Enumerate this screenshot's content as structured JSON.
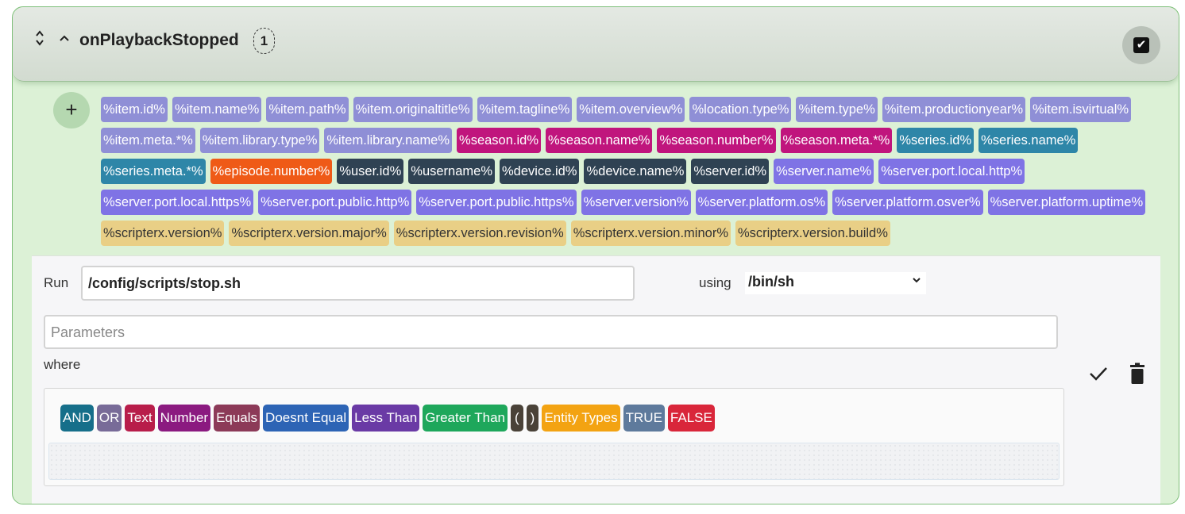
{
  "header": {
    "title": "onPlaybackStopped",
    "count": "1",
    "checkbox_glyph": "✔"
  },
  "icons": {
    "sort": "sort-arrows-icon",
    "collapse": "chevron-up-icon",
    "add": "plus-icon",
    "save": "checkmark-icon",
    "delete": "trash-icon"
  },
  "add_glyph": "+",
  "tags": [
    {
      "label": "%item.id%",
      "group": "item"
    },
    {
      "label": "%item.name%",
      "group": "item"
    },
    {
      "label": "%item.path%",
      "group": "item"
    },
    {
      "label": "%item.originaltitle%",
      "group": "item"
    },
    {
      "label": "%item.tagline%",
      "group": "item"
    },
    {
      "label": "%item.overview%",
      "group": "item"
    },
    {
      "label": "%location.type%",
      "group": "item"
    },
    {
      "label": "%item.type%",
      "group": "item"
    },
    {
      "label": "%item.productionyear%",
      "group": "item"
    },
    {
      "label": "%item.isvirtual%",
      "group": "item"
    },
    {
      "label": "%item.meta.*%",
      "group": "item"
    },
    {
      "label": "%item.library.type%",
      "group": "item"
    },
    {
      "label": "%item.library.name%",
      "group": "item"
    },
    {
      "label": "%season.id%",
      "group": "season"
    },
    {
      "label": "%season.name%",
      "group": "season"
    },
    {
      "label": "%season.number%",
      "group": "season"
    },
    {
      "label": "%season.meta.*%",
      "group": "season"
    },
    {
      "label": "%series.id%",
      "group": "series"
    },
    {
      "label": "%series.name%",
      "group": "series"
    },
    {
      "label": "%series.meta.*%",
      "group": "series"
    },
    {
      "label": "%episode.number%",
      "group": "episode"
    },
    {
      "label": "%user.id%",
      "group": "user"
    },
    {
      "label": "%username%",
      "group": "user"
    },
    {
      "label": "%device.id%",
      "group": "user"
    },
    {
      "label": "%device.name%",
      "group": "user"
    },
    {
      "label": "%server.id%",
      "group": "user"
    },
    {
      "label": "%server.name%",
      "group": "server"
    },
    {
      "label": "%server.port.local.http%",
      "group": "server"
    },
    {
      "label": "%server.port.local.https%",
      "group": "server"
    },
    {
      "label": "%server.port.public.http%",
      "group": "server"
    },
    {
      "label": "%server.port.public.https%",
      "group": "server"
    },
    {
      "label": "%server.version%",
      "group": "server"
    },
    {
      "label": "%server.platform.os%",
      "group": "server"
    },
    {
      "label": "%server.platform.osver%",
      "group": "server"
    },
    {
      "label": "%server.platform.uptime%",
      "group": "server"
    },
    {
      "label": "%scripterx.version%",
      "group": "scripterx"
    },
    {
      "label": "%scripterx.version.major%",
      "group": "scripterx"
    },
    {
      "label": "%scripterx.version.revision%",
      "group": "scripterx"
    },
    {
      "label": "%scripterx.version.minor%",
      "group": "scripterx"
    },
    {
      "label": "%scripterx.version.build%",
      "group": "scripterx"
    }
  ],
  "action": {
    "run_label": "Run",
    "script_value": "/config/scripts/stop.sh",
    "using_label": "using",
    "interpreter": "/bin/sh",
    "params_placeholder": "Parameters",
    "where_label": "where"
  },
  "condition_blocks": [
    {
      "label": "AND",
      "kind": "and"
    },
    {
      "label": "OR",
      "kind": "or"
    },
    {
      "label": "Text",
      "kind": "text"
    },
    {
      "label": "Number",
      "kind": "number"
    },
    {
      "label": "Equals",
      "kind": "equals"
    },
    {
      "label": "Doesnt Equal",
      "kind": "noteq"
    },
    {
      "label": "Less Than",
      "kind": "less"
    },
    {
      "label": "Greater Than",
      "kind": "greater"
    },
    {
      "label": "(",
      "kind": "paren"
    },
    {
      "label": ")",
      "kind": "paren"
    },
    {
      "label": "Entity Types",
      "kind": "entity"
    },
    {
      "label": "TRUE",
      "kind": "true"
    },
    {
      "label": "FALSE",
      "kind": "false"
    }
  ],
  "colors": {
    "card_bg": "#dcf1d6",
    "item": "#8f8fd6",
    "season": "#c0157d",
    "series": "#2e86a8",
    "episode": "#ef5a17",
    "user": "#2f4253",
    "server": "#7f73e5",
    "scripterx": "#e9cf86"
  }
}
